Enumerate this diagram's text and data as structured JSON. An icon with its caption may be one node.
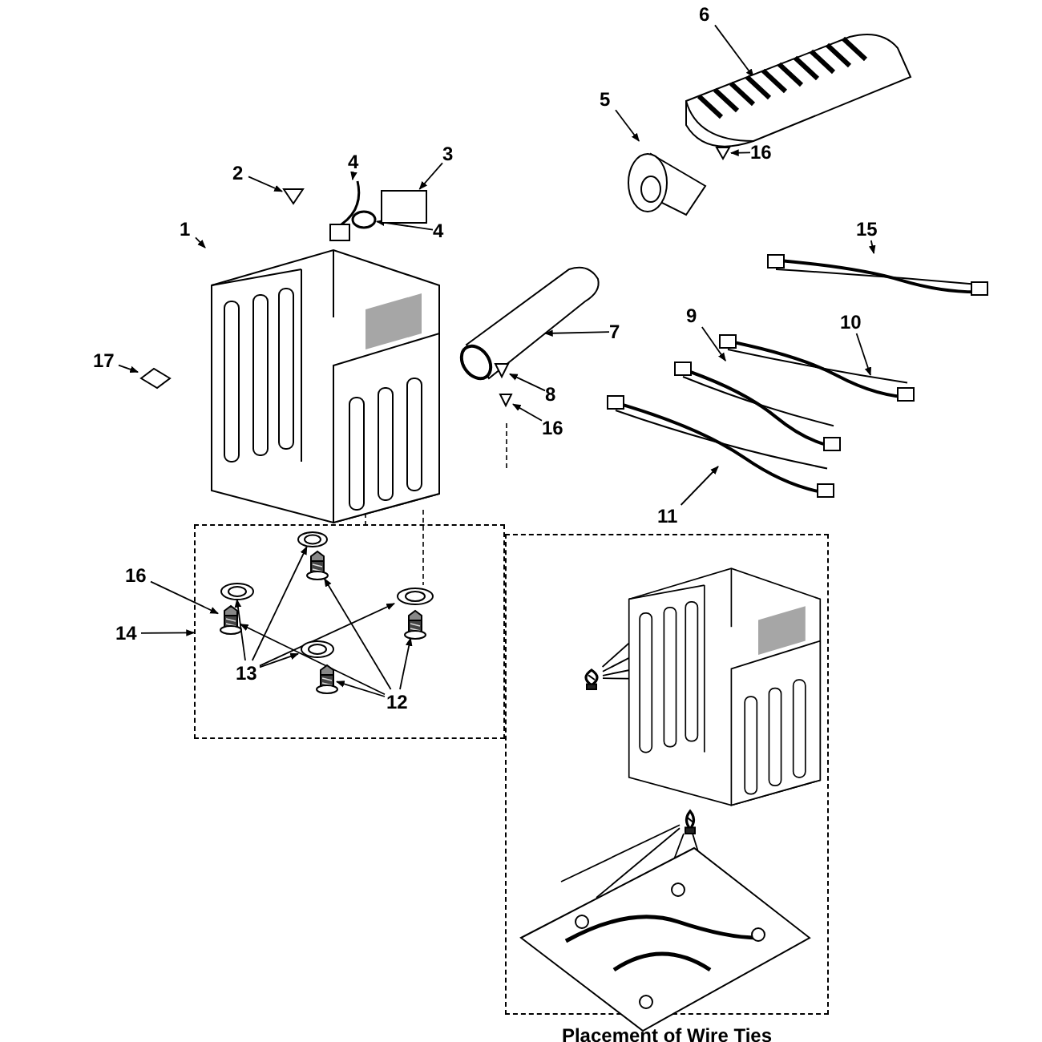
{
  "diagram": {
    "nodes": [
      {
        "text": [
          "6"
        ]
      },
      {
        "text": [],
        "shape": "picture"
      },
      {
        "text": [
          "5"
        ]
      },
      {
        "text": [],
        "shape": "picture"
      },
      {
        "text": [
          "16"
        ]
      },
      {
        "text": [],
        "shape": "picture"
      },
      {
        "text": [
          "2"
        ]
      },
      {
        "text": [],
        "shape": "picture"
      },
      {
        "text": [
          "4"
        ]
      },
      {
        "text": [],
        "shape": "picture"
      },
      {
        "text": [
          "3"
        ]
      },
      {
        "text": [],
        "shape": "box"
      },
      {
        "text": [
          "4"
        ]
      },
      {
        "text": [],
        "shape": "circle"
      },
      {
        "text": [
          "1"
        ]
      },
      {
        "text": [],
        "shape": "picture"
      },
      {
        "text": [
          "15"
        ]
      },
      {
        "text": [],
        "shape": "picture"
      },
      {
        "text": [
          "17"
        ]
      },
      {
        "text": [],
        "shape": "picture"
      },
      {
        "text": [
          "7"
        ]
      },
      {
        "text": [],
        "shape": "picture"
      },
      {
        "text": [
          "9"
        ]
      },
      {
        "text": [],
        "shape": "picture"
      },
      {
        "text": [
          "10"
        ]
      },
      {
        "text": [],
        "shape": "picture"
      },
      {
        "text": [
          "8"
        ]
      },
      {
        "text": [],
        "shape": "picture"
      },
      {
        "text": [
          "16"
        ]
      },
      {
        "text": [],
        "shape": "picture"
      },
      {
        "text": [
          "11"
        ]
      },
      {
        "text": [],
        "shape": "picture"
      },
      {
        "text": [],
        "shape": "box"
      },
      {
        "text": [
          "16"
        ]
      },
      {
        "text": [
          "14"
        ]
      },
      {
        "text": [],
        "shape": "picture",
        "in": 32
      },
      {
        "text": [],
        "shape": "picture",
        "in": 32
      },
      {
        "text": [],
        "shape": "picture",
        "in": 32
      },
      {
        "text": [],
        "shape": "picture",
        "in": 32
      },
      {
        "text": [],
        "shape": "picture",
        "in": 32
      },
      {
        "text": [],
        "shape": "picture",
        "in": 32
      },
      {
        "text": [],
        "shape": "picture",
        "in": 32
      },
      {
        "text": [],
        "shape": "picture",
        "in": 32
      },
      {
        "text": [
          "13"
        ],
        "in": 32
      },
      {
        "text": [
          "12"
        ],
        "in": 32
      },
      {
        "text": [
          "Placement of Wire Ties"
        ]
      },
      {
        "text": [],
        "shape": "picture",
        "in": 45
      },
      {
        "text": [],
        "shape": "picture",
        "in": 45
      },
      {
        "text": [],
        "shape": "picture",
        "in": 45
      },
      {
        "text": [],
        "shape": "picture",
        "in": 45
      }
    ],
    "edges": [
      {
        "from": 0,
        "to": 1,
        "arrow": "to"
      },
      {
        "from": 2,
        "to": 3,
        "arrow": "to"
      },
      {
        "from": 4,
        "to": 5,
        "arrow": "to"
      },
      {
        "from": 6,
        "to": 7,
        "arrow": "to"
      },
      {
        "from": 8,
        "to": 9,
        "arrow": "to"
      },
      {
        "from": 10,
        "to": 11,
        "arrow": "to"
      },
      {
        "from": 12,
        "to": 13,
        "arrow": "to"
      },
      {
        "from": 14,
        "to": 15,
        "arrow": "to"
      },
      {
        "from": 16,
        "to": 17,
        "arrow": "to"
      },
      {
        "from": 18,
        "to": 19,
        "arrow": "to"
      },
      {
        "from": 20,
        "to": 21,
        "arrow": "to"
      },
      {
        "from": 22,
        "to": 23,
        "arrow": "to"
      },
      {
        "from": 24,
        "to": 25,
        "arrow": "to"
      },
      {
        "from": 26,
        "to": 27,
        "arrow": "to"
      },
      {
        "from": 28,
        "to": 29,
        "arrow": "to"
      },
      {
        "from": 30,
        "to": 31,
        "arrow": "to"
      },
      {
        "from": 33,
        "to": 38,
        "arrow": "to"
      },
      {
        "from": 34,
        "to": 32,
        "arrow": "to"
      },
      {
        "from": 43,
        "to": 35,
        "arrow": "to"
      },
      {
        "from": 43,
        "to": 37,
        "arrow": "to"
      },
      {
        "from": 43,
        "to": 41,
        "arrow": "to"
      },
      {
        "from": 43,
        "to": 39,
        "arrow": "to"
      },
      {
        "from": 44,
        "to": 36,
        "arrow": "to"
      },
      {
        "from": 44,
        "to": 38,
        "arrow": "to"
      },
      {
        "from": 44,
        "to": 40,
        "arrow": "to"
      },
      {
        "from": 44,
        "to": 42,
        "arrow": "to"
      },
      {
        "from": 47,
        "to": 46,
        "arrow": "none"
      },
      {
        "from": 47,
        "to": 46,
        "arrow": "none"
      },
      {
        "from": 47,
        "to": 46,
        "arrow": "none"
      },
      {
        "from": 47,
        "to": 46,
        "arrow": "none"
      },
      {
        "from": 49,
        "to": 48,
        "arrow": "none"
      },
      {
        "from": 49,
        "to": 48,
        "arrow": "none"
      },
      {
        "from": 49,
        "to": 48,
        "arrow": "none"
      },
      {
        "from": 49,
        "to": 48,
        "arrow": "none"
      }
    ]
  }
}
